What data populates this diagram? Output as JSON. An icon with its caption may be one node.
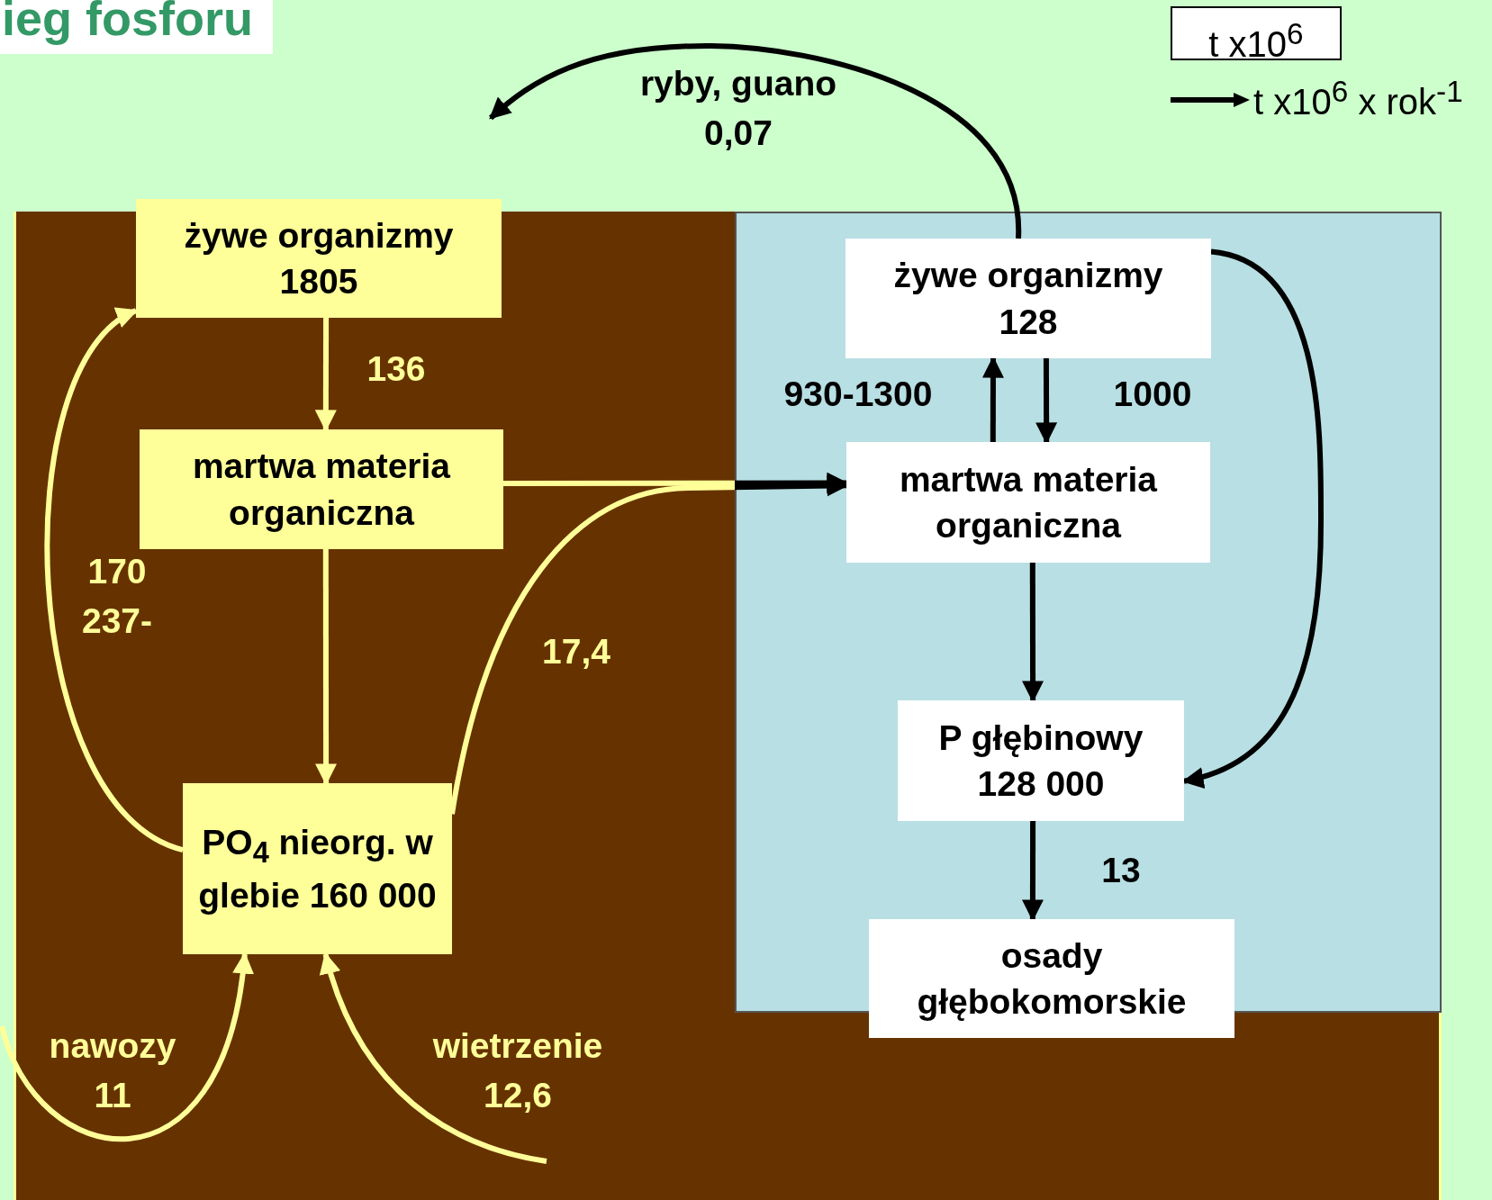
{
  "diagram": {
    "title": "ieg fosforu",
    "nodes": [
      {
        "text": [
          "żywe organizmy 1805"
        ]
      },
      {
        "text": [
          "martwa materia organiczna"
        ]
      },
      {
        "text": [
          "PO$_{4}$ nieorg. w glebie 160 000"
        ]
      },
      {
        "text": [
          "żywe organizmy 128"
        ]
      },
      {
        "text": [
          "martwa materia organiczna"
        ]
      },
      {
        "text": [
          "P głębinowy 128 000"
        ]
      },
      {
        "text": [
          "osady głębokomorskie"
        ]
      }
    ],
    "edges": [
      {
        "from": 0,
        "to": 1,
        "arrow": "to",
        "label": "136",
        "color": "#ffff99"
      },
      {
        "from": 1,
        "to": 2,
        "arrow": "to",
        "color": "#ffff99"
      },
      {
        "from": 2,
        "to": 0,
        "arrow": "to",
        "label": "170 237-",
        "color": "#ffff99"
      },
      {
        "from": 2,
        "to": 4,
        "arrow": "to",
        "label": "17,4",
        "color": "#ffff99"
      },
      {
        "from": 1,
        "to": 4,
        "arrow": "to",
        "color": "#ffff99"
      },
      {
        "from": null,
        "to": 2,
        "arrow": "to",
        "label": "nawozy 11",
        "color": "#ffff99"
      },
      {
        "from": null,
        "to": 2,
        "arrow": "to",
        "label": "wietrzenie 12,6",
        "color": "#ffff99"
      },
      {
        "from": 3,
        "to": null,
        "arrow": "to",
        "label": "ryby, guano 0,07"
      },
      {
        "from": 4,
        "to": 3,
        "arrow": "to",
        "label": "930-1300"
      },
      {
        "from": 3,
        "to": 4,
        "arrow": "to",
        "label": "1000"
      },
      {
        "from": 4,
        "to": 5,
        "arrow": "to"
      },
      {
        "from": 3,
        "to": 5,
        "arrow": "to"
      },
      {
        "from": 5,
        "to": 6,
        "arrow": "to",
        "label": "13"
      }
    ],
    "legend": [
      {
        "text": "t x10$^{6}$"
      },
      {
        "text": "t x10$^{6}$ x rok$^{-1}$"
      }
    ]
  }
}
